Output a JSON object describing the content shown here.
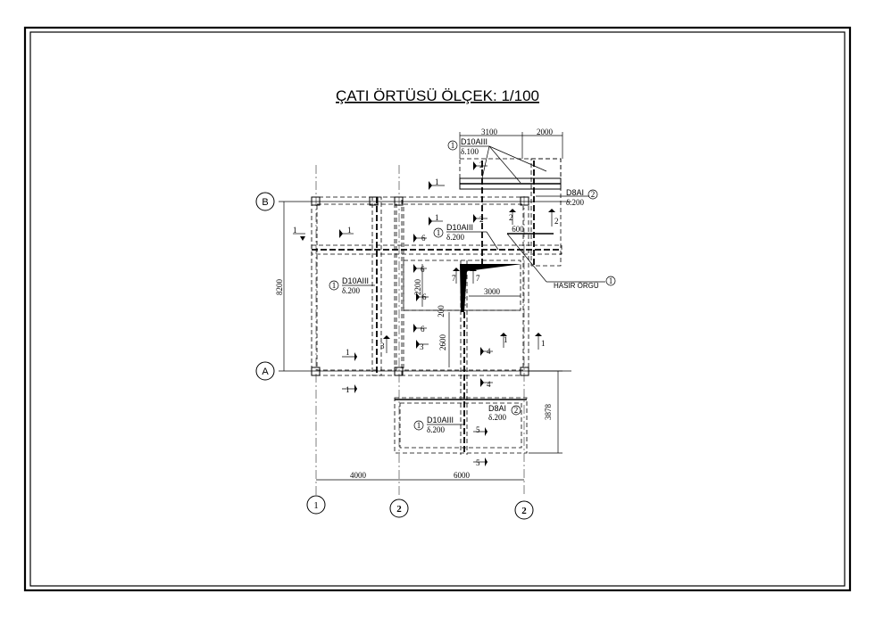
{
  "drawing": {
    "title": "ÇATI ÖRTÜSÜ ÖLÇEK: 1/100"
  },
  "axes": {
    "row_b": "B",
    "row_a": "A",
    "col_1": "1",
    "col_2a": "2",
    "col_2b": "2"
  },
  "dimensions": {
    "top_left": "3100",
    "top_right": "2000",
    "height_total": "8200",
    "bottom_left": "4000",
    "bottom_right": "6000",
    "right_lower": "3878",
    "stair_2200": "2200",
    "stair_200": "200",
    "stair_2600": "2600",
    "stair_3000": "3000",
    "cantilever_600": "600"
  },
  "rebar": {
    "d10_label": "D10AIII",
    "d10_spacing_100": "δ.100",
    "d10_spacing_200": "δ.200",
    "d8_label": "D8AI",
    "d8_spacing_200": "δ.200",
    "mesh_label": "HASIR ÖRGÜ"
  },
  "marks": {
    "m1": "1",
    "m2": "2",
    "m3": "3",
    "m4": "4",
    "m5": "5",
    "m6": "6",
    "m7": "7"
  }
}
